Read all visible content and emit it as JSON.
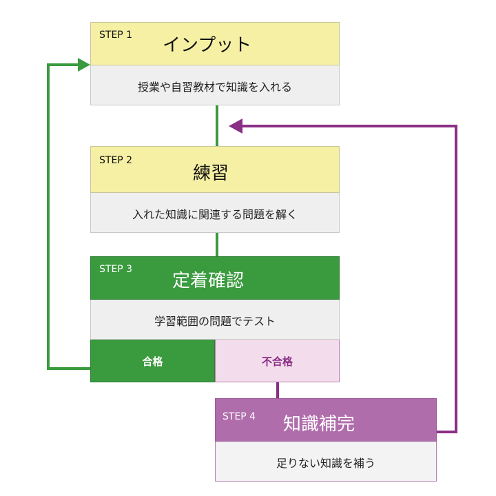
{
  "steps": [
    {
      "step_label": "STEP 1",
      "title": "インプット",
      "description": "授業や自習教材で知識を入れる"
    },
    {
      "step_label": "STEP 2",
      "title": "練習",
      "description": "入れた知識に関連する問題を解く"
    },
    {
      "step_label": "STEP 3",
      "title": "定着確認",
      "description": "学習範囲の問題でテスト",
      "pass_label": "合格",
      "fail_label": "不合格"
    },
    {
      "step_label": "STEP 4",
      "title": "知識補完",
      "description": "足りない知識を補う"
    }
  ],
  "colors": {
    "step_header_yellow": "#f5f0a3",
    "description_gray": "#efefef",
    "check_green": "#3a9a3e",
    "remedy_purple": "#b06dac",
    "fail_pink": "#f3dcec",
    "arrow_green": "#3a9a3e",
    "arrow_purple": "#8a2f86"
  }
}
